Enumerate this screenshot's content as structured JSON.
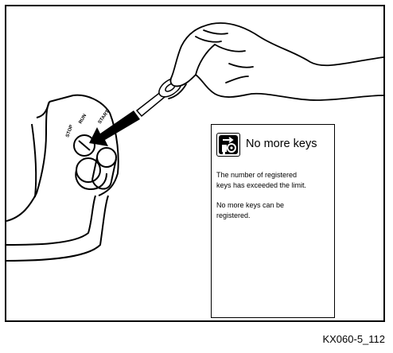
{
  "screen": {
    "title": "No more keys",
    "message_lines": [
      "The number of registered",
      "keys has exceeded the limit."
    ],
    "detail_lines": [
      "No more keys can be",
      "registered."
    ]
  },
  "ignition_labels": [
    "STOP",
    "RUN",
    "START"
  ],
  "figure_code": "KX060-5_112",
  "icons": {
    "screen_icon": "key-registration-icon",
    "arrow": "insertion-arrow"
  }
}
